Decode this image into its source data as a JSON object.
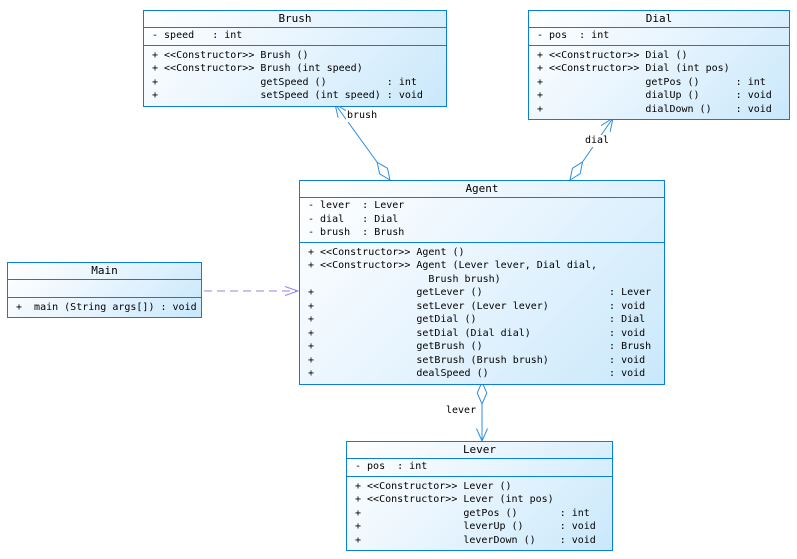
{
  "colors": {
    "box_border": "#0a7fd9",
    "aggregation_line": "#2e8fe2",
    "dependency_line": "#8f85e6",
    "box_fill_top": "#ffffff",
    "box_fill_bottom": "#c9e8fb"
  },
  "classes": [
    {
      "title": "Brush",
      "attributes": [
        "- speed   : int"
      ],
      "methods": [
        "+ <<Constructor>> Brush ()",
        "+ <<Constructor>> Brush (int speed)",
        "+                 getSpeed ()          : int",
        "+                 setSpeed (int speed) : void"
      ]
    },
    {
      "title": "Dial",
      "attributes": [
        "- pos  : int"
      ],
      "methods": [
        "+ <<Constructor>> Dial ()",
        "+ <<Constructor>> Dial (int pos)",
        "+                 getPos ()      : int",
        "+                 dialUp ()      : void",
        "+                 dialDown ()    : void"
      ]
    },
    {
      "title": "Agent",
      "attributes": [
        "- lever  : Lever",
        "- dial   : Dial",
        "- brush  : Brush"
      ],
      "methods": [
        "+ <<Constructor>> Agent ()",
        "+ <<Constructor>> Agent (Lever lever, Dial dial,",
        "                    Brush brush)",
        "+                 getLever ()                     : Lever",
        "+                 setLever (Lever lever)          : void",
        "+                 getDial ()                      : Dial",
        "+                 setDial (Dial dial)             : void",
        "+                 getBrush ()                     : Brush",
        "+                 setBrush (Brush brush)          : void",
        "+                 dealSpeed ()                    : void"
      ]
    },
    {
      "title": "Main",
      "attributes": [],
      "methods": [
        "+  main (String args[]) : void"
      ]
    },
    {
      "title": "Lever",
      "attributes": [
        "- pos  : int"
      ],
      "methods": [
        "+ <<Constructor>> Lever ()",
        "+ <<Constructor>> Lever (int pos)",
        "+                 getPos ()       : int",
        "+                 leverUp ()      : void",
        "+                 leverDown ()    : void"
      ]
    }
  ],
  "edge_labels": {
    "brush": "brush",
    "dial": "dial",
    "lever": "lever"
  }
}
